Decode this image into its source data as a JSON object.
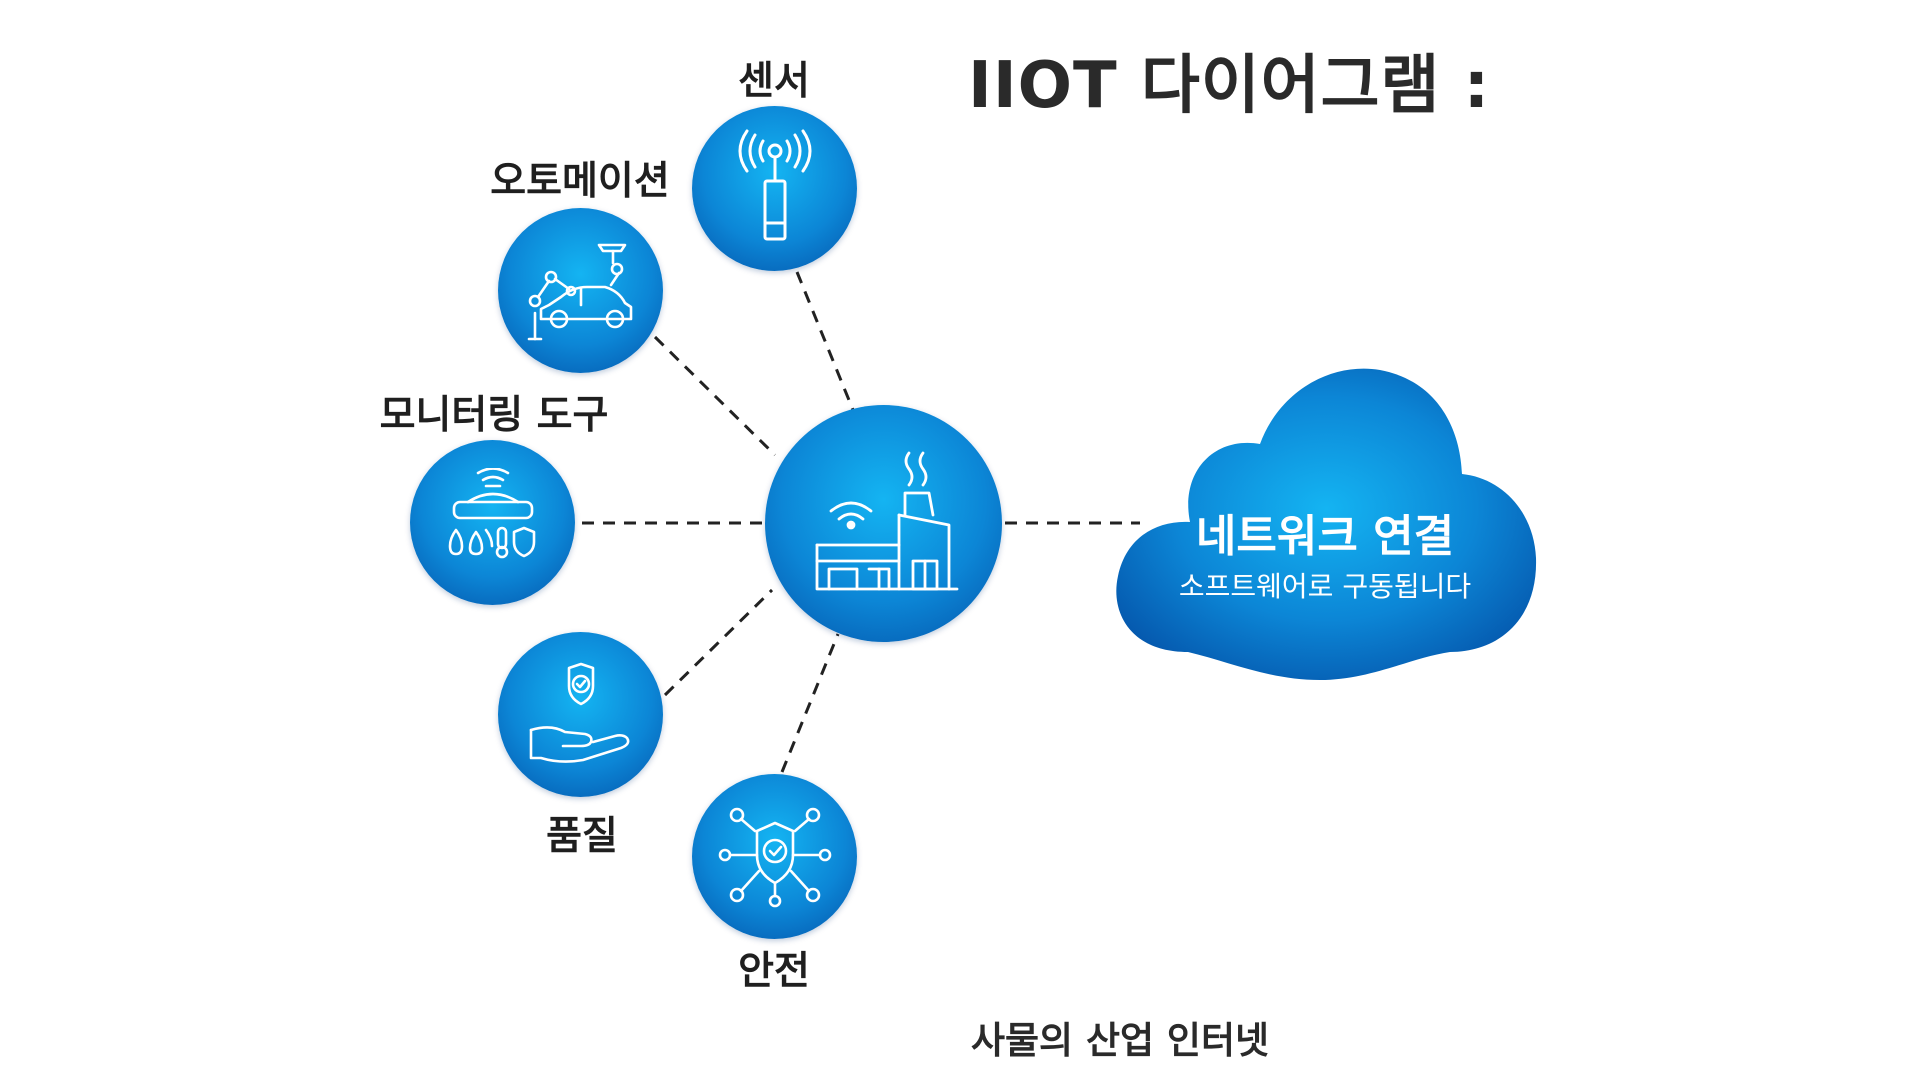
{
  "title": "IIOT 다이어그램 :",
  "footer": "사물의 산업 인터넷",
  "hub": {
    "icon": "factory-icon"
  },
  "nodes": [
    {
      "id": "sensor",
      "label": "센서",
      "icon": "antenna-sensor-icon"
    },
    {
      "id": "automation",
      "label": "오토메이션",
      "icon": "robot-arm-car-icon"
    },
    {
      "id": "monitoring",
      "label": "모니터링 도구",
      "icon": "monitoring-device-icon"
    },
    {
      "id": "quality",
      "label": "품질",
      "icon": "hand-shield-icon"
    },
    {
      "id": "safety",
      "label": "안전",
      "icon": "shield-network-icon"
    }
  ],
  "cloud": {
    "title": "네트워크 연결",
    "subtitle": "소프트웨어로 구동됩니다",
    "icon": "cloud-icon"
  },
  "colors": {
    "node_light": "#14b4f2",
    "node_dark": "#0452a8",
    "line": "#222222",
    "text": "#1f1f1f"
  }
}
